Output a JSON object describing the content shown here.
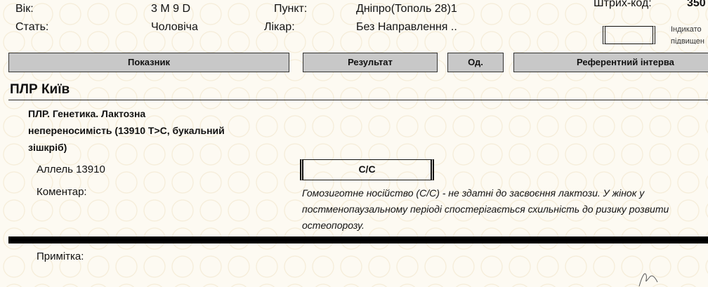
{
  "patient": {
    "age_label": "Вік:",
    "age_value": "3 M 9 D",
    "sex_label": "Стать:",
    "sex_value": "Чоловіча",
    "point_label": "Пункт:",
    "point_value": "Дніпро(Тополь 28)1",
    "doctor_label": "Лікар:",
    "doctor_value": "Без Направлення ..",
    "barcode_label": "Штрих-код:",
    "barcode_value": "350",
    "indicator_line1": "Індикато",
    "indicator_line2": "підвищен"
  },
  "table_header": {
    "indicator": "Показник",
    "result": "Результат",
    "unit": "Од.",
    "reference": "Референтний інтерва"
  },
  "section": {
    "title": "ПЛР Київ",
    "test_title_lines": [
      "ПЛР. Генетика. Лактозна",
      "непереносимість (13910 T>C, букальний",
      "зішкріб)"
    ],
    "allele_label": "Аллель 13910",
    "allele_value": "C/C",
    "comment_label": "Коментар:",
    "comment_lines": [
      "Гомозиготне носійство (С/С) - не здатні до засвоєння лактози. У жінок у",
      "постменопаузальному періоді спостерігається схильність до ризику розвити",
      "остеопорозу."
    ]
  },
  "note_label": "Примітка:"
}
